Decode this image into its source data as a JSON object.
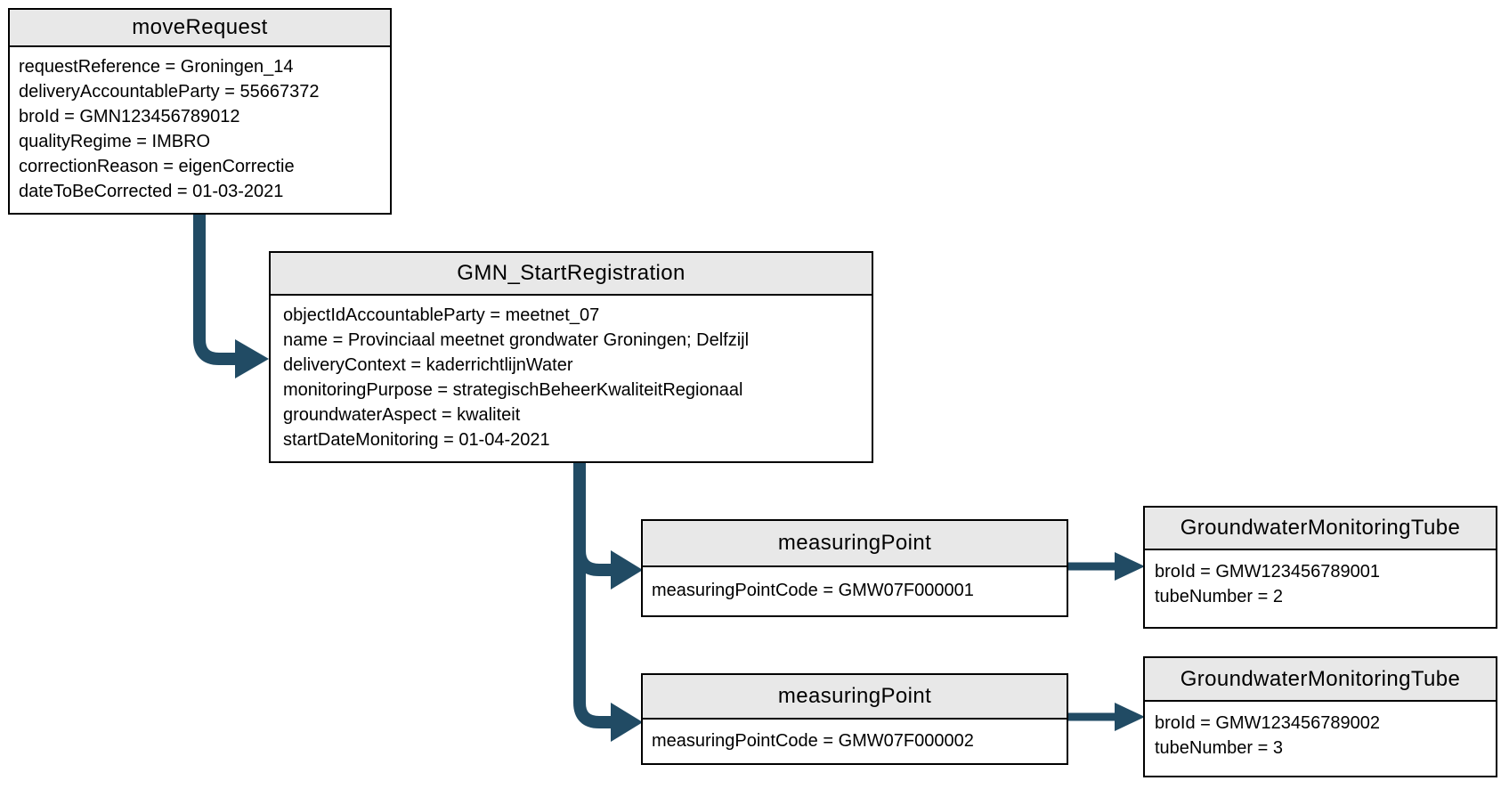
{
  "diagram": {
    "colors": {
      "arrow": "#214B64",
      "header_fill": "#E8E8E8",
      "border": "#000000",
      "background": "#FFFFFF"
    },
    "nodes": {
      "move_request": {
        "title": "moveRequest",
        "attributes": [
          "requestReference = Groningen_14",
          "deliveryAccountableParty = 55667372",
          "broId = GMN123456789012",
          "qualityRegime = IMBRO",
          "correctionReason = eigenCorrectie",
          "dateToBeCorrected = 01-03-2021"
        ]
      },
      "gmn_start_registration": {
        "title": "GMN_StartRegistration",
        "attributes": [
          "objectIdAccountableParty = meetnet_07",
          "name = Provinciaal meetnet grondwater Groningen; Delfzijl",
          "deliveryContext = kaderrichtlijnWater",
          "monitoringPurpose = strategischBeheerKwaliteitRegionaal",
          "groundwaterAspect = kwaliteit",
          "startDateMonitoring = 01-04-2021"
        ]
      },
      "measuring_point_1": {
        "title": "measuringPoint",
        "attributes": [
          "measuringPointCode = GMW07F000001"
        ]
      },
      "measuring_point_2": {
        "title": "measuringPoint",
        "attributes": [
          "measuringPointCode = GMW07F000002"
        ]
      },
      "tube_1": {
        "title": "GroundwaterMonitoringTube",
        "attributes": [
          "broId = GMW123456789001",
          "tubeNumber = 2"
        ]
      },
      "tube_2": {
        "title": "GroundwaterMonitoringTube",
        "attributes": [
          "broId = GMW123456789002",
          "tubeNumber = 3"
        ]
      }
    }
  }
}
